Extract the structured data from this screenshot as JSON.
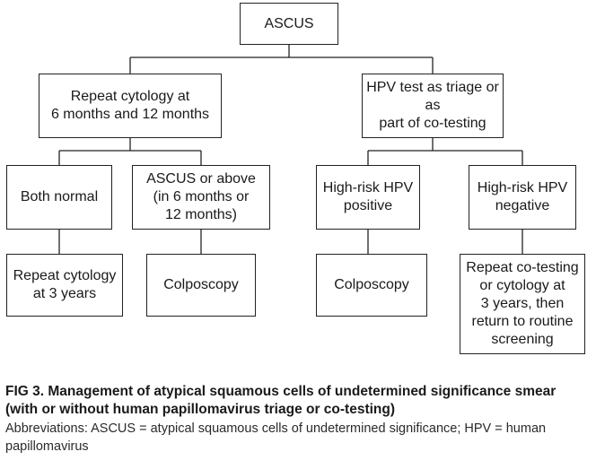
{
  "diagram": {
    "root": "ASCUS",
    "left_branch": {
      "label": "Repeat cytology at\n6 months and 12 months",
      "outcomes": [
        {
          "condition": "Both normal",
          "action": "Repeat cytology\nat 3 years"
        },
        {
          "condition": "ASCUS or above\n(in 6 months or\n12 months)",
          "action": "Colposcopy"
        }
      ]
    },
    "right_branch": {
      "label": "HPV test as triage or as\npart of co-testing",
      "outcomes": [
        {
          "condition": "High-risk HPV\npositive",
          "action": "Colposcopy"
        },
        {
          "condition": "High-risk HPV\nnegative",
          "action": "Repeat co-testing\nor cytology at\n3 years, then\nreturn to routine\nscreening"
        }
      ]
    }
  },
  "caption": {
    "title": "FIG 3.  Management of atypical squamous cells of undetermined significance smear (with or without human papillomavirus triage or co-testing)",
    "abbreviations": "Abbreviations: ASCUS = atypical squamous cells of undetermined significance; HPV = human papillomavirus"
  }
}
